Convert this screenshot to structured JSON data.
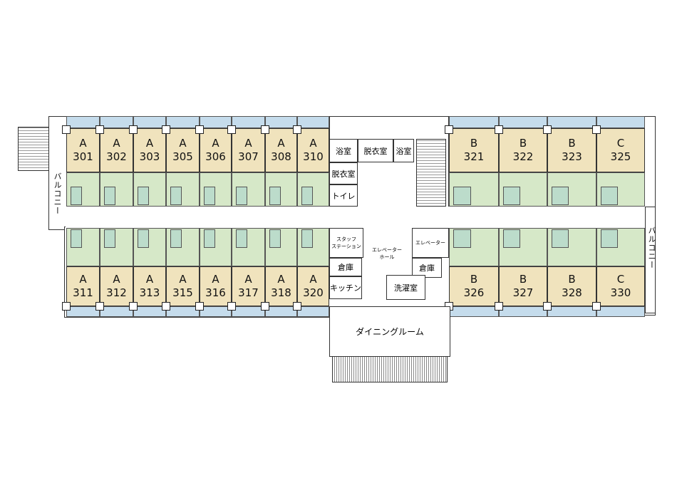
{
  "rooms_top_left": [
    {
      "type": "A",
      "num": "301"
    },
    {
      "type": "A",
      "num": "302"
    },
    {
      "type": "A",
      "num": "303"
    },
    {
      "type": "A",
      "num": "305"
    },
    {
      "type": "A",
      "num": "306"
    },
    {
      "type": "A",
      "num": "307"
    },
    {
      "type": "A",
      "num": "308"
    },
    {
      "type": "A",
      "num": "310"
    }
  ],
  "rooms_bottom_left": [
    {
      "type": "A",
      "num": "311"
    },
    {
      "type": "A",
      "num": "312"
    },
    {
      "type": "A",
      "num": "313"
    },
    {
      "type": "A",
      "num": "315"
    },
    {
      "type": "A",
      "num": "316"
    },
    {
      "type": "A",
      "num": "317"
    },
    {
      "type": "A",
      "num": "318"
    },
    {
      "type": "A",
      "num": "320"
    }
  ],
  "rooms_top_right": [
    {
      "type": "B",
      "num": "321"
    },
    {
      "type": "B",
      "num": "322"
    },
    {
      "type": "B",
      "num": "323"
    },
    {
      "type": "C",
      "num": "325"
    }
  ],
  "rooms_bottom_right": [
    {
      "type": "B",
      "num": "326"
    },
    {
      "type": "B",
      "num": "327"
    },
    {
      "type": "B",
      "num": "328"
    },
    {
      "type": "C",
      "num": "330"
    }
  ],
  "facilities": {
    "bath1": "浴室",
    "dressing1": "脱衣室",
    "bath2": "浴室",
    "dressing2": "脱衣室",
    "toilet": "トイレ",
    "staff_station": "スタッフ\nステーション",
    "storage1": "倉庫",
    "kitchen": "キッチン",
    "elevator_hall": "エレベーター\nホール",
    "elevator": "エレベーター",
    "storage2": "倉庫",
    "laundry": "洗濯室",
    "dining": "ダイニングルーム"
  },
  "balcony_left": "バルコニー",
  "balcony_right": "バルコニー",
  "colors": {
    "room": "#f0e3bd",
    "balcony": "#c5dcec",
    "common": "#d6e8c8",
    "wet": "#bcdccb"
  }
}
